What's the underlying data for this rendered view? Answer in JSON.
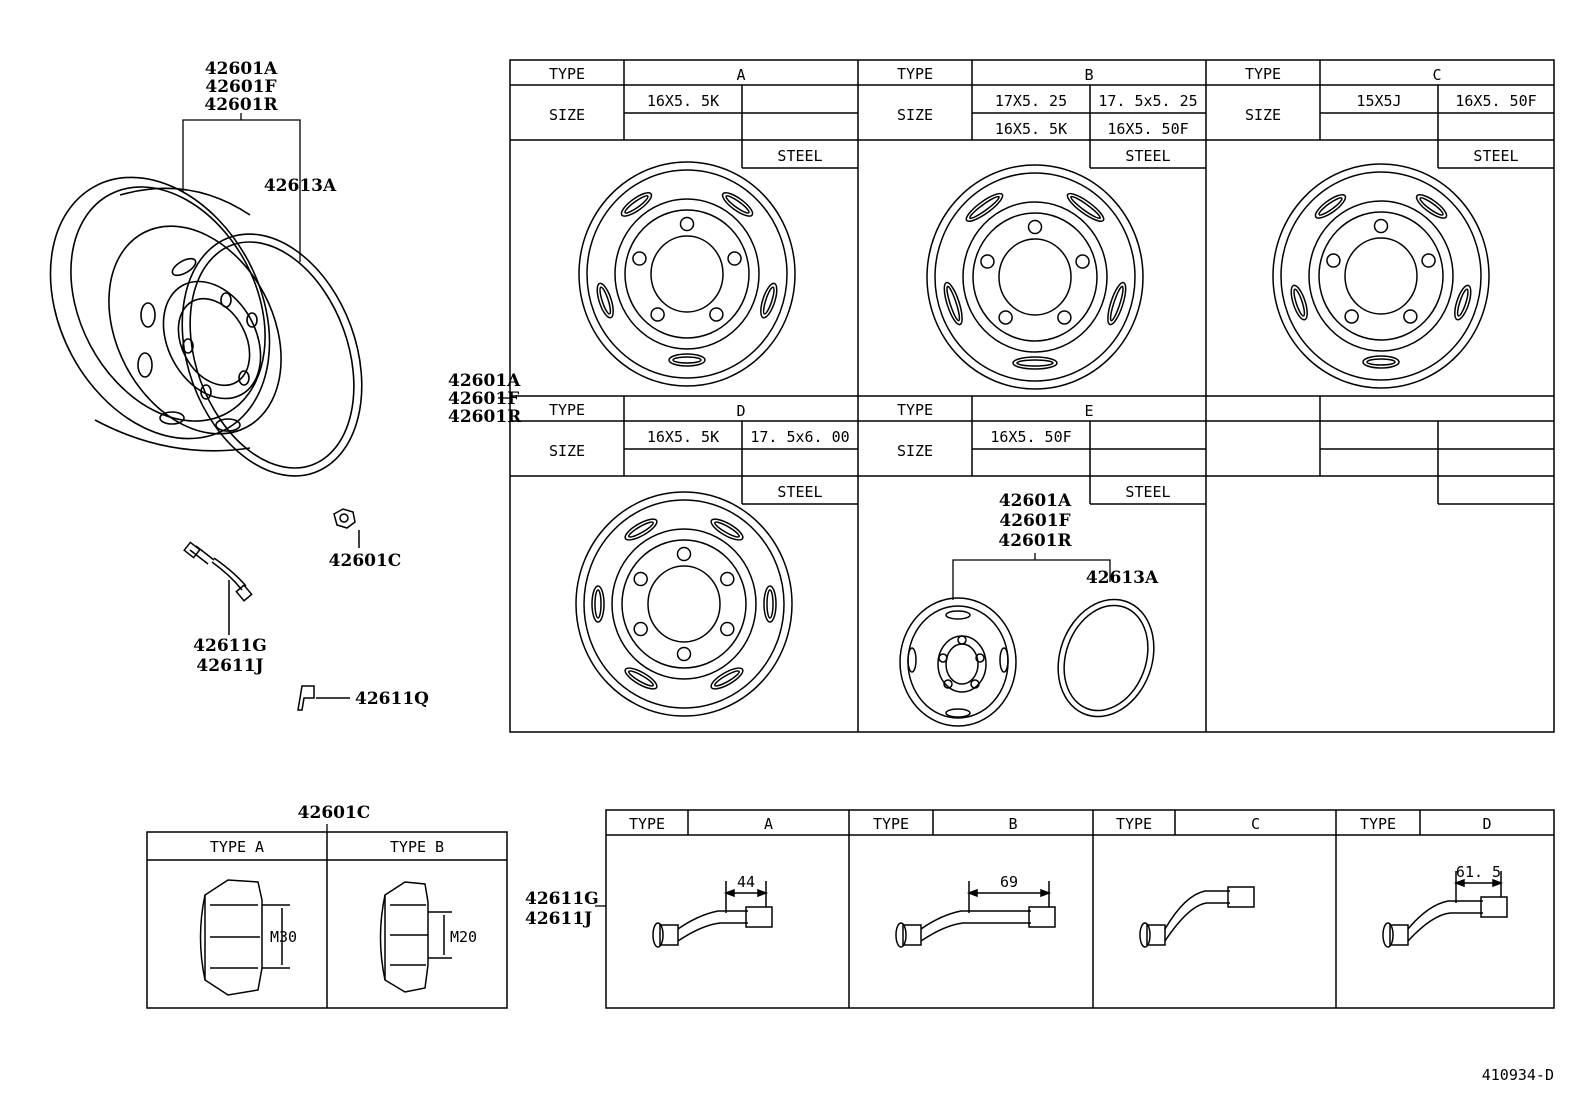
{
  "diagram_code": "410934-D",
  "main_wheel": {
    "labels": [
      "42601A",
      "42601F",
      "42601R"
    ],
    "rim_ring": "42613A",
    "nut": "42601C",
    "valve": [
      "42611G",
      "42611J"
    ],
    "clip": "42611Q"
  },
  "wheel_table": {
    "side_labels": [
      "42601A",
      "42601F",
      "42601R"
    ],
    "type_label": "TYPE",
    "size_label": "SIZE",
    "material": "STEEL",
    "types": [
      {
        "name": "A",
        "sizes": [
          "16X5. 5K",
          "",
          "",
          ""
        ]
      },
      {
        "name": "B",
        "sizes": [
          "17X5. 25",
          "17. 5x5. 25",
          "16X5. 5K",
          "16X5. 50F"
        ]
      },
      {
        "name": "C",
        "sizes": [
          "15X5J",
          "16X5. 50F",
          "",
          ""
        ]
      },
      {
        "name": "D",
        "sizes": [
          "16X5. 5K",
          "17. 5x6. 00",
          "",
          ""
        ]
      },
      {
        "name": "E",
        "sizes": [
          "16X5. 50F",
          "",
          "",
          ""
        ]
      }
    ],
    "type_e_labels": [
      "42601A",
      "42601F",
      "42601R"
    ],
    "type_e_ring": "42613A"
  },
  "nut_table": {
    "part": "42601C",
    "type_label": "TYPE",
    "types": [
      {
        "name": "TYPE  A",
        "thread": "M30"
      },
      {
        "name": "TYPE  B",
        "thread": "M20"
      }
    ]
  },
  "valve_table": {
    "parts": [
      "42611G",
      "42611J"
    ],
    "type_label": "TYPE",
    "types": [
      {
        "name": "A",
        "length": "44"
      },
      {
        "name": "B",
        "length": "69"
      },
      {
        "name": "C",
        "length": ""
      },
      {
        "name": "D",
        "length": "61. 5"
      }
    ]
  }
}
